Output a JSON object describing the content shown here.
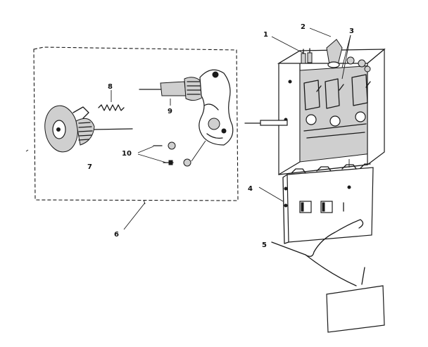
{
  "diagram": {
    "callouts": {
      "c1": "1",
      "c2": "2",
      "c3": "3",
      "c4": "4",
      "c5": "5",
      "c6": "6",
      "c7": "7",
      "c8": "8",
      "c9": "9",
      "c10": "10"
    },
    "parts": [
      "switch-box",
      "toggle-lever",
      "switch-contact",
      "cover-plate",
      "wire-harness",
      "timer-assembly",
      "timer-dial",
      "spring",
      "shaft",
      "screws",
      "label-card"
    ]
  }
}
